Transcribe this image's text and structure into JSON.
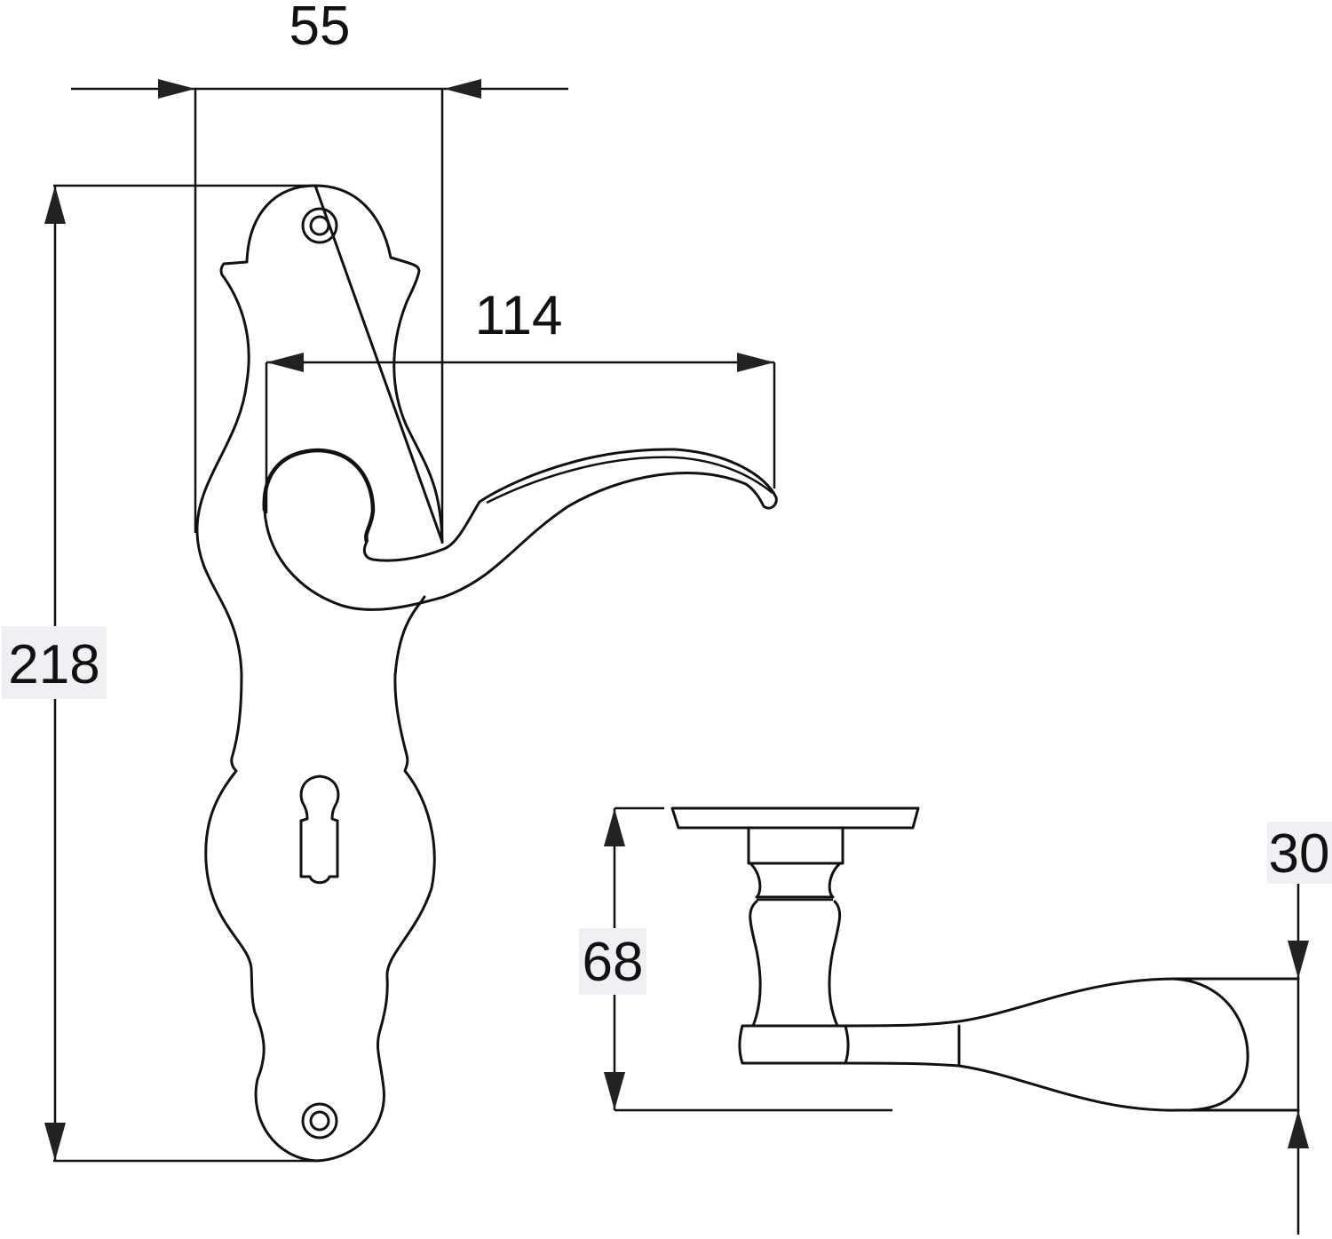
{
  "figure": {
    "title": "Door lever handle on backplate with keyhole — technical drawing",
    "units": "mm",
    "colors": {
      "line": "#111111",
      "arrow": "#222222",
      "label_background": "#eef0f3",
      "background": "#ffffff"
    }
  },
  "front_view": {
    "dimensions": {
      "plate_width": {
        "label": "55"
      },
      "lever_projection": {
        "label": "114"
      },
      "plate_height": {
        "label": "218"
      }
    },
    "features": [
      "backplate",
      "upper-screw-hole",
      "lower-screw-hole",
      "keyhole",
      "scroll-lever"
    ]
  },
  "side_view": {
    "dimensions": {
      "overall_depth": {
        "label": "68"
      },
      "grip_height": {
        "label": "30"
      }
    },
    "features": [
      "rose-flange",
      "neck-collar",
      "baluster-spindle",
      "lever-hub",
      "lever-grip"
    ]
  }
}
